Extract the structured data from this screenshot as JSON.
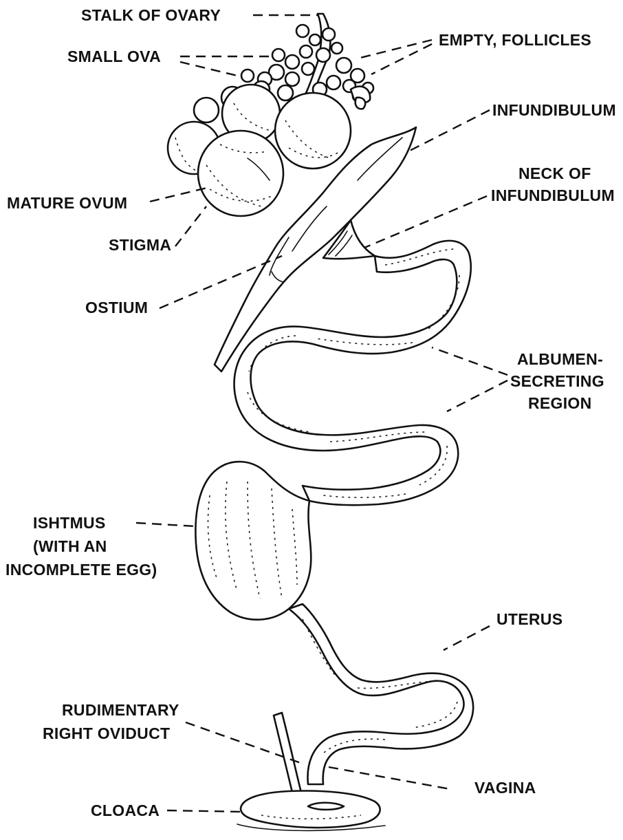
{
  "labels": {
    "stalk_of_ovary": "STALK OF OVARY",
    "small_ova": "SMALL OVA",
    "empty_follicles": "EMPTY, FOLLICLES",
    "infundibulum": "INFUNDIBULUM",
    "neck_of_infundibulum_1": "NECK OF",
    "neck_of_infundibulum_2": "INFUNDIBULUM",
    "mature_ovum": "MATURE OVUM",
    "stigma": "STIGMA",
    "ostium": "OSTIUM",
    "albumen_1": "ALBUMEN-",
    "albumen_2": "SECRETING",
    "albumen_3": "REGION",
    "isthmus_1": "ISHTMUS",
    "isthmus_2": "(WITH AN",
    "isthmus_3": "INCOMPLETE EGG)",
    "uterus": "UTERUS",
    "rudimentary_1": "RUDIMENTARY",
    "rudimentary_2": "RIGHT OVIDUCT",
    "vagina": "VAGINA",
    "cloaca": "CLOACA"
  },
  "colors": {
    "ink": "#111111",
    "paper": "#ffffff"
  }
}
